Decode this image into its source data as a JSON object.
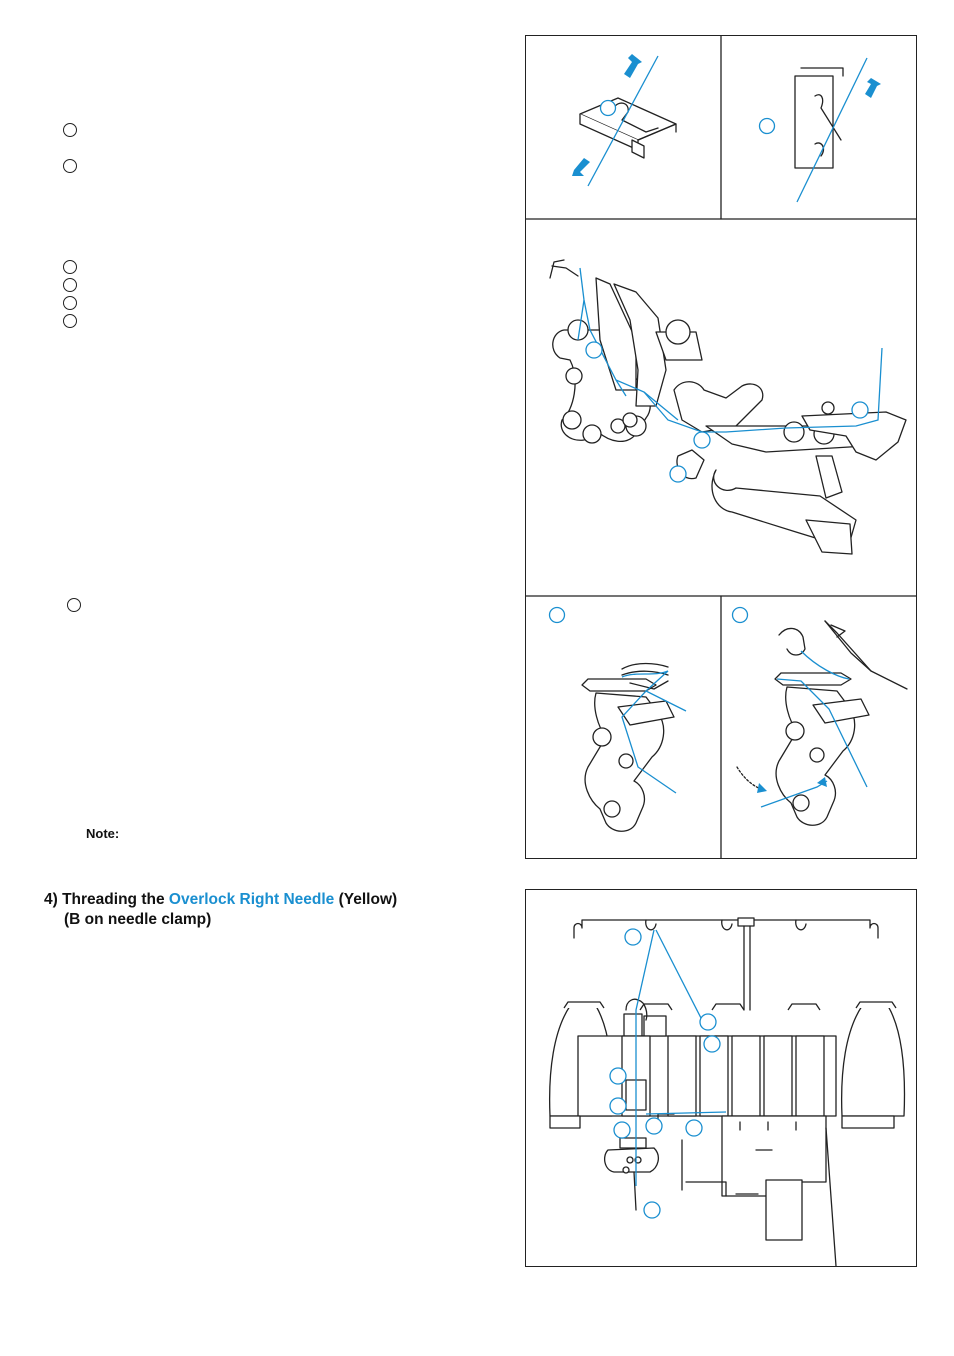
{
  "page": {
    "note_label": "Note:",
    "section_heading": {
      "prefix": "4) Threading the",
      "highlight": "Overlock Right Needle",
      "suffix": "(Yellow)",
      "line2": "(B on needle clamp)"
    }
  },
  "colors": {
    "accent": "#1a8fd0",
    "line": "#222222",
    "background": "#ffffff"
  },
  "figures": [
    {
      "name": "thread-guide-detail-left",
      "content": "thread guide with arrows"
    },
    {
      "name": "thread-guide-detail-right",
      "content": "hook guide with arrow"
    },
    {
      "name": "looper-threading-path",
      "content": "lower looper mechanism with thread path"
    },
    {
      "name": "looper-step-left",
      "content": "looper thread cut"
    },
    {
      "name": "looper-step-right",
      "content": "looper thread pulled"
    },
    {
      "name": "overlock-machine-front",
      "content": "machine front with spools and thread stand"
    }
  ]
}
